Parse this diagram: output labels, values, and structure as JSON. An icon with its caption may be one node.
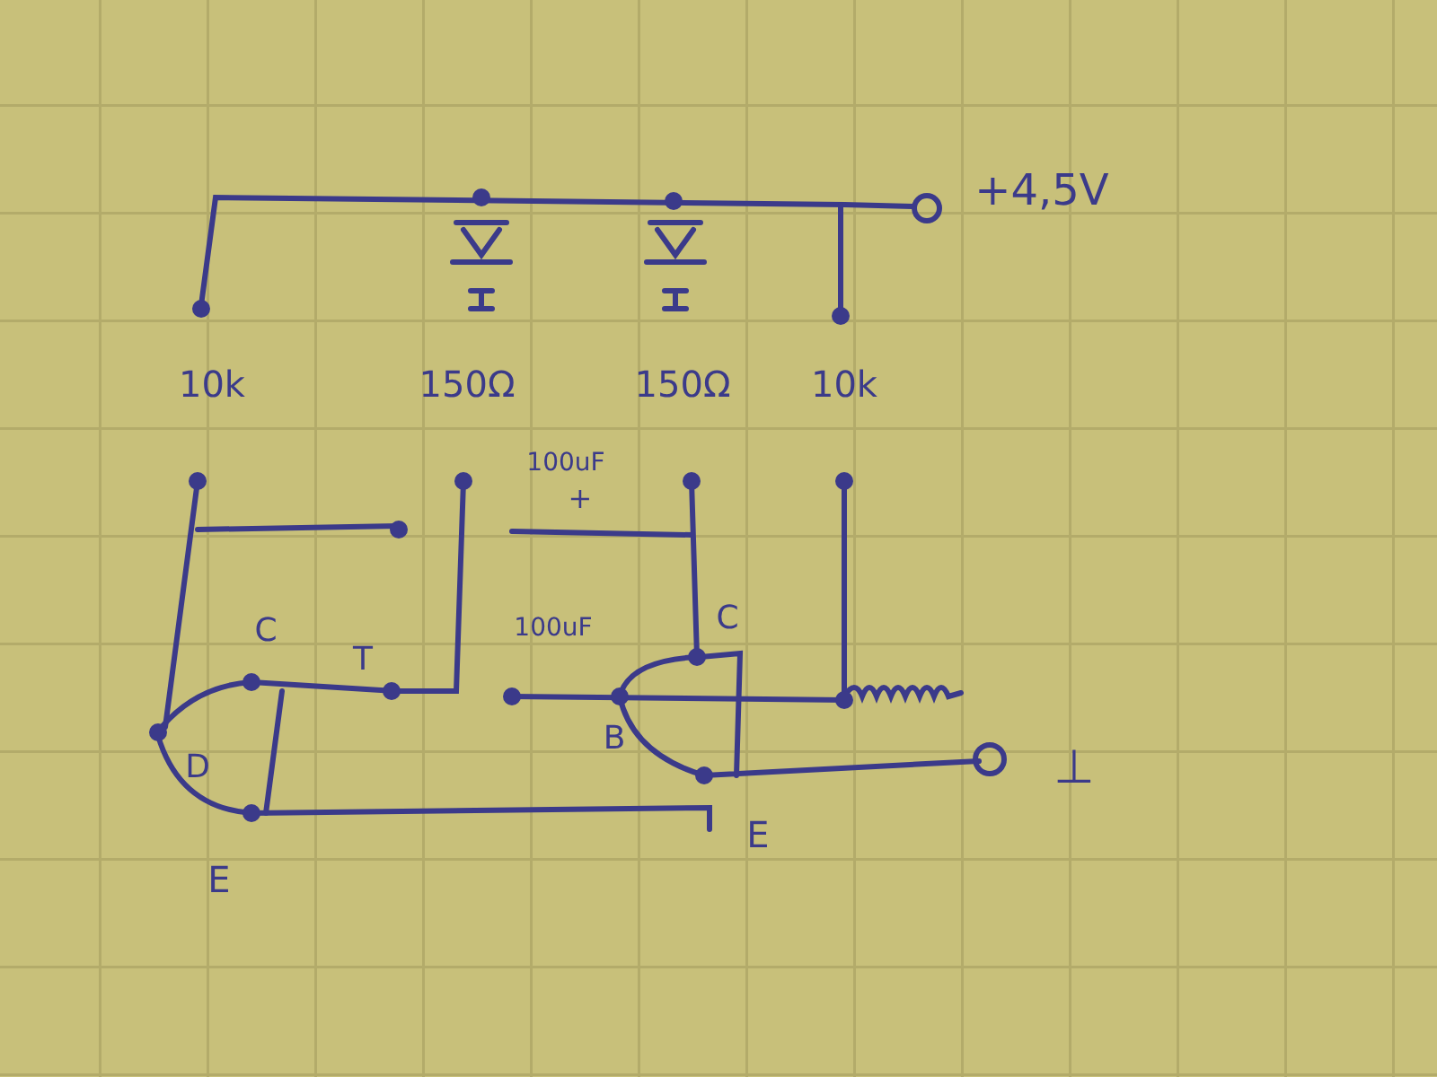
{
  "diagram": {
    "labels": [
      "+4,5V",
      "10k",
      "150Ω",
      "150Ω",
      "10k",
      "100uF",
      "+",
      "C",
      "100uF",
      "C",
      "T",
      "D",
      "B",
      "⊥",
      "E",
      "E"
    ]
  }
}
